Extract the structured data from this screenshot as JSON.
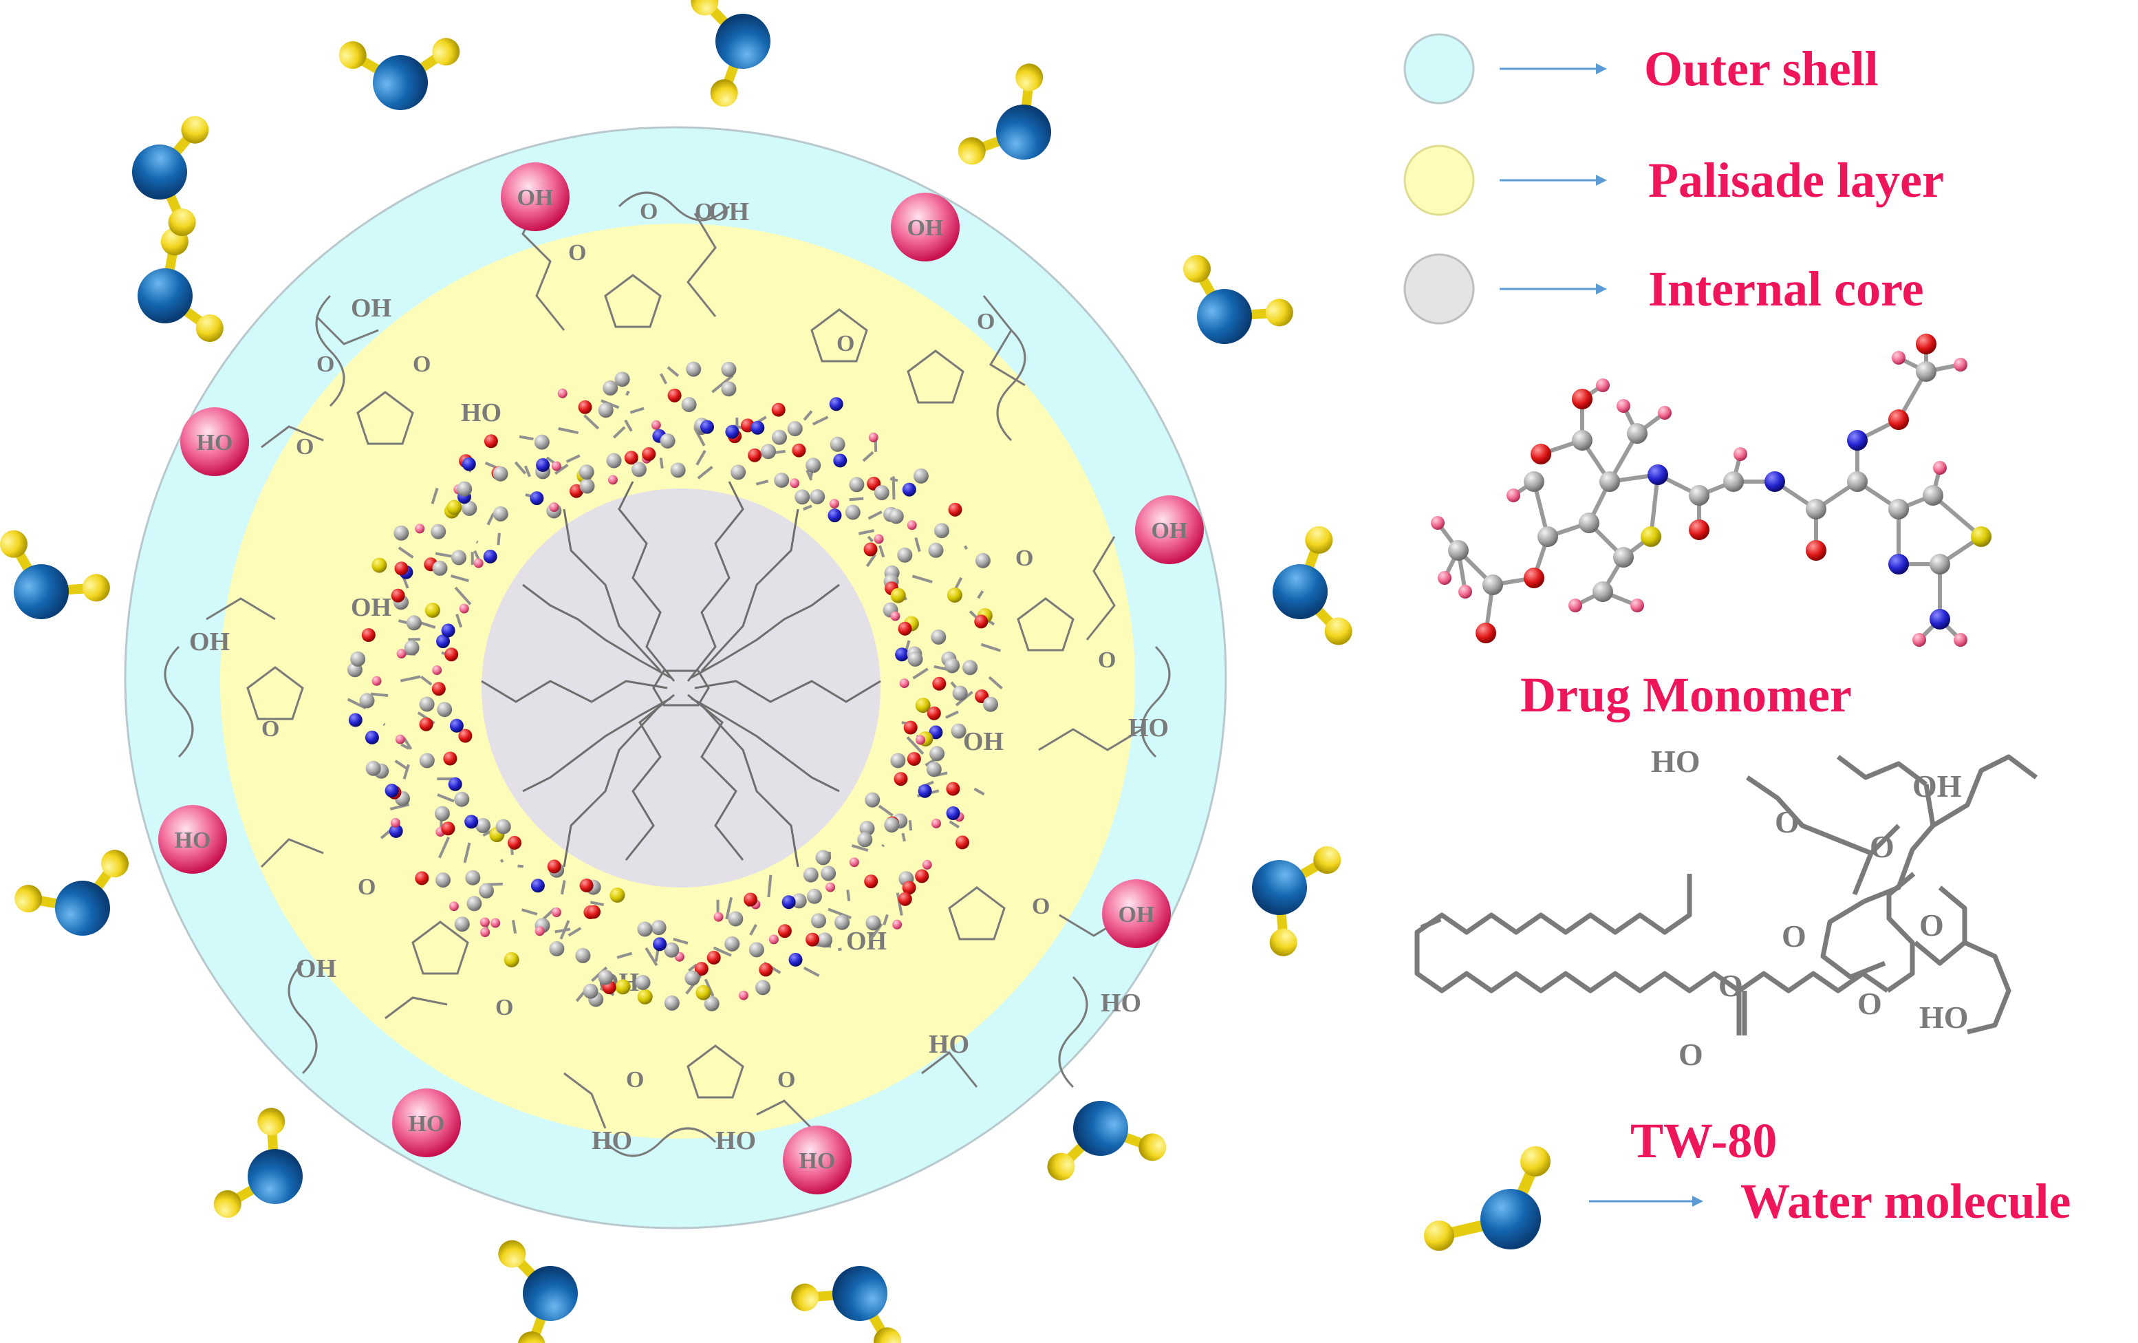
{
  "legend": {
    "outer_shell": "Outer shell",
    "palisade_layer": "Palisade layer",
    "internal_core": "Internal core",
    "water_molecule": "Water molecule"
  },
  "structures": {
    "drug_monomer_title": "Drug Monomer",
    "surfactant_title": "TW-80",
    "hydroxyl_label": "HO",
    "hydroxyl_label_alt": "OH",
    "oxygen_label": "O"
  },
  "colors": {
    "outer_shell": "#d3fafb",
    "palisade_layer": "#fdfcb8",
    "internal_core": "#e4e0e8",
    "label_text": "#f0145a",
    "arrow": "#5b9bd5",
    "water_oxygen": "#1466b0",
    "water_hydrogen": "#f5dc2a",
    "hydroxyl_bead": "#ee3c7a",
    "atom_carbon": "#a8a8a8",
    "atom_oxygen": "#e01818",
    "atom_nitrogen": "#2424d0",
    "atom_sulfur": "#d8c800",
    "atom_hydrogen": "#f06a90"
  }
}
